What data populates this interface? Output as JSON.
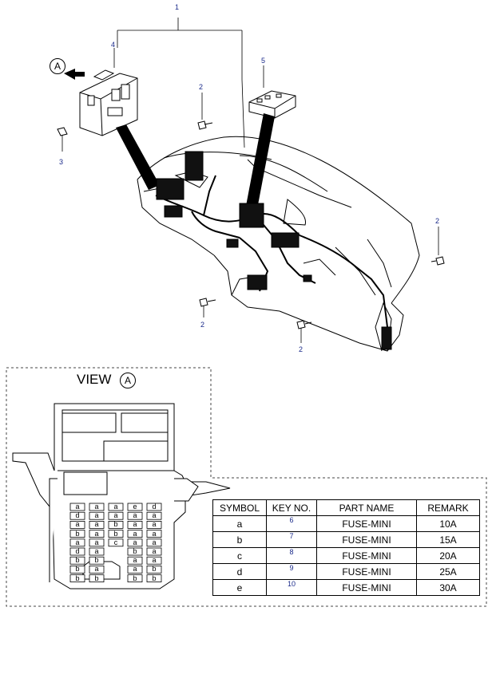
{
  "callouts": {
    "c1": "1",
    "c4": "4",
    "c5": "5",
    "c2a": "2",
    "c2b": "2",
    "c2c": "2",
    "c2d": "2",
    "c3": "3",
    "view_marker": "A"
  },
  "view": {
    "title": "VIEW",
    "marker": "A"
  },
  "fuse_grid": [
    [
      "a",
      "a",
      "a",
      "e",
      "d"
    ],
    [
      "d",
      "a",
      "a",
      "a",
      "a"
    ],
    [
      "a",
      "a",
      "b",
      "a",
      "a"
    ],
    [
      "b",
      "a",
      "b",
      "a",
      "a"
    ],
    [
      "a",
      "a",
      "c",
      "a",
      "a"
    ],
    [
      "d",
      "a",
      "",
      "b",
      "a"
    ],
    [
      "b",
      "b",
      "",
      "a",
      "a"
    ],
    [
      "b",
      "a",
      "",
      "a",
      "b"
    ],
    [
      "b",
      "b",
      "",
      "b",
      "b"
    ]
  ],
  "table": {
    "headers": [
      "SYMBOL",
      "KEY NO.",
      "PART NAME",
      "REMARK"
    ],
    "rows": [
      {
        "symbol": "a",
        "key": "6",
        "part": "FUSE-MINI",
        "remark": "10A"
      },
      {
        "symbol": "b",
        "key": "7",
        "part": "FUSE-MINI",
        "remark": "15A"
      },
      {
        "symbol": "c",
        "key": "8",
        "part": "FUSE-MINI",
        "remark": "20A"
      },
      {
        "symbol": "d",
        "key": "9",
        "part": "FUSE-MINI",
        "remark": "25A"
      },
      {
        "symbol": "e",
        "key": "10",
        "part": "FUSE-MINI",
        "remark": "30A"
      }
    ]
  },
  "colors": {
    "callout": "#1a2a8a",
    "line": "#000000",
    "fill": "#e8e8e8"
  }
}
